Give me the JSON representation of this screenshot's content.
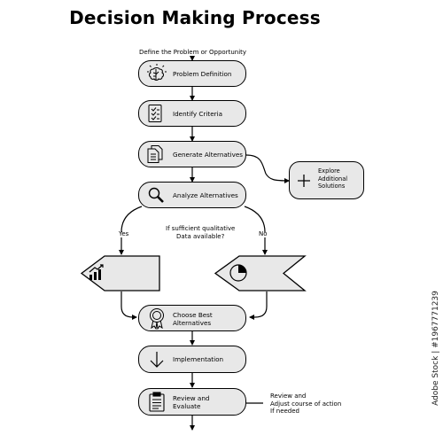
{
  "title": "Decision Making Process",
  "caption_top": "Define the Problem or Opportunity",
  "steps": {
    "problem_definition": "Problem Definition",
    "identify_criteria": "Identify Criteria",
    "generate_alternatives": "Generate Alternatives",
    "analyze_alternatives": "Analyze Alternatives",
    "choose_best": [
      "Choose Best",
      "Alternatives"
    ],
    "implementation": "Implementation",
    "review_evaluate": [
      "Review and",
      "Evaluate"
    ]
  },
  "side_box": [
    "Explore",
    "Additional",
    "Solutions"
  ],
  "decision": {
    "question": [
      "If sufficient qualitative",
      "Data available?"
    ],
    "yes_label": "Yes",
    "no_label": "No"
  },
  "review_note": [
    "Review and",
    "Adjust course of action",
    "If needed"
  ],
  "watermark": "Adobe Stock | #1967771239",
  "icons": {
    "problem_definition": "brain-bulb-icon",
    "identify_criteria": "checklist-icon",
    "generate_alternatives": "documents-icon",
    "analyze_alternatives": "magnifier-icon",
    "explore": "plus-icon",
    "yes_branch": "bar-chart-up-icon",
    "no_branch": "pie-chart-icon",
    "choose_best": "award-badge-icon",
    "implementation": "arrow-down-icon",
    "review_evaluate": "clipboard-icon"
  },
  "colors": {
    "node_fill": "#e8e8e8",
    "stroke": "#000000",
    "background": "#ffffff"
  }
}
